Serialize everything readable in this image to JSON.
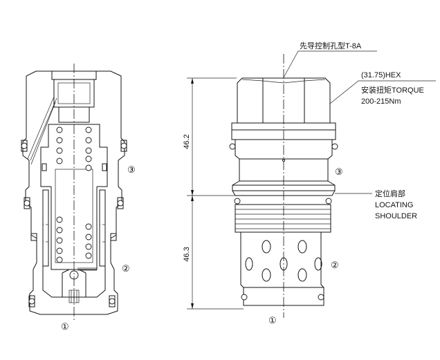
{
  "annotations": {
    "pilot_port": "先导控制孔型T-8A",
    "hex": "(31.75)HEX",
    "torque": "安装扭矩TORQUE",
    "torque_value": "200-215Nm",
    "shoulder_cn": "定位肩部",
    "shoulder_en_1": "LOCATING",
    "shoulder_en_2": "SHOULDER"
  },
  "dimensions": {
    "upper": "46.2",
    "lower": "46.3"
  },
  "ports": {
    "port1": "①",
    "port2": "②",
    "port3": "③"
  }
}
